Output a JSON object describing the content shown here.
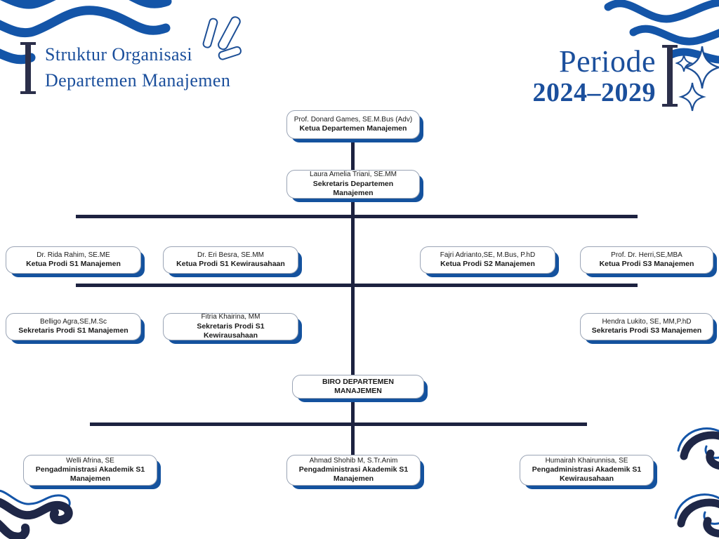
{
  "header": {
    "title_line_1": "Struktur Organisasi",
    "title_line_2": "Departemen Manajemen",
    "period_label": "Periode",
    "period_years": "2024–2029"
  },
  "colors": {
    "accent_blue": "#14529e",
    "title_blue": "#1b4f9c",
    "line_navy": "#1d2240",
    "wave_blue": "#1455a8",
    "wave_navy": "#1f2747",
    "box_border": "#9aa4b5",
    "background": "#ffffff"
  },
  "chart": {
    "levels": [
      {
        "level": 1,
        "nodes": [
          {
            "id": "ketua-departemen",
            "name": "Prof. Donard Games, SE.M.Bus (Adv)",
            "role": "Ketua Departemen Manajemen"
          }
        ]
      },
      {
        "level": 2,
        "nodes": [
          {
            "id": "sekretaris-departemen",
            "name": "Laura Amelia Triani, SE.MM",
            "role": "Sekretaris Departemen Manajemen"
          }
        ]
      },
      {
        "level": 3,
        "nodes": [
          {
            "id": "ketua-prodi-s1-manajemen",
            "name": "Dr. Rida Rahim, SE.ME",
            "role": "Ketua Prodi S1 Manajemen"
          },
          {
            "id": "ketua-prodi-s1-kewirausahaan",
            "name": "Dr. Eri Besra, SE.MM",
            "role": "Ketua Prodi S1 Kewirausahaan"
          },
          {
            "id": "ketua-prodi-s2-manajemen",
            "name": "Fajri Adrianto,SE, M.Bus, P.hD",
            "role": "Ketua Prodi S2 Manajemen"
          },
          {
            "id": "ketua-prodi-s3-manajemen",
            "name": "Prof. Dr. Herri,SE,MBA",
            "role": "Ketua Prodi S3 Manajemen"
          }
        ]
      },
      {
        "level": 4,
        "nodes": [
          {
            "id": "sekretaris-prodi-s1-manajemen",
            "name": "Belligo Agra,SE,M.Sc",
            "role": "Sekretaris Prodi S1 Manajemen"
          },
          {
            "id": "sekretaris-prodi-s1-kewirausahaan",
            "name": "Fitria Khairina, MM",
            "role": "Sekretaris Prodi S1 Kewirausahaan"
          },
          {
            "id": "sekretaris-prodi-s3-manajemen",
            "name": "Hendra Lukito, SE, MM,P.hD",
            "role": "Sekretaris Prodi S3 Manajemen"
          }
        ]
      },
      {
        "level": 5,
        "nodes": [
          {
            "id": "biro-departemen",
            "name": "",
            "role": "BIRO DEPARTEMEN MANAJEMEN"
          }
        ]
      },
      {
        "level": 6,
        "nodes": [
          {
            "id": "pengadministrasi-akademik-s1-manajemen-1",
            "name": "Welli Afrina, SE",
            "role": "Pengadministrasi Akademik S1\nManajemen"
          },
          {
            "id": "pengadministrasi-akademik-s1-manajemen-2",
            "name": "Ahmad Shohib M, S.Tr.Anim",
            "role": "Pengadministrasi Akademik S1\nManajemen"
          },
          {
            "id": "pengadministrasi-akademik-s1-kewirausahaan",
            "name": "Humairah Khairunnisa, SE",
            "role": "Pengadministrasi Akademik S1\nKewirausahaan"
          }
        ]
      }
    ]
  },
  "decorations": [
    {
      "id": "wave-top-left",
      "icon": "wave-ribbon-icon"
    },
    {
      "id": "wave-top-right",
      "icon": "wave-ribbon-icon"
    },
    {
      "id": "wave-bottom-right",
      "icon": "wave-ribbon-icon"
    },
    {
      "id": "wave-bottom-left",
      "icon": "wave-ribbon-icon"
    },
    {
      "id": "dashes-top",
      "icon": "dash-marks-icon"
    },
    {
      "id": "sparkles-right",
      "icon": "sparkle-icon"
    }
  ]
}
